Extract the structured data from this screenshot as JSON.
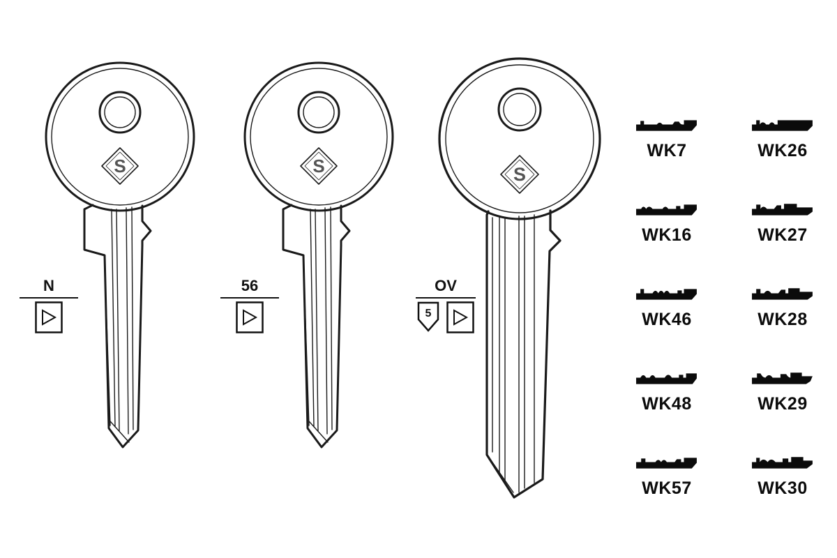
{
  "page": {
    "background": "#ffffff",
    "ink": "#1a1a1a"
  },
  "logo": {
    "glyph": "S"
  },
  "keys": [
    {
      "label": "N"
    },
    {
      "label": "56"
    },
    {
      "label": "OV",
      "shield_number": "5"
    }
  ],
  "profiles": [
    {
      "label": "WK7"
    },
    {
      "label": "WK16"
    },
    {
      "label": "WK46"
    },
    {
      "label": "WK48"
    },
    {
      "label": "WK57"
    },
    {
      "label": "WK26"
    },
    {
      "label": "WK27"
    },
    {
      "label": "WK28"
    },
    {
      "label": "WK29"
    },
    {
      "label": "WK30"
    }
  ]
}
